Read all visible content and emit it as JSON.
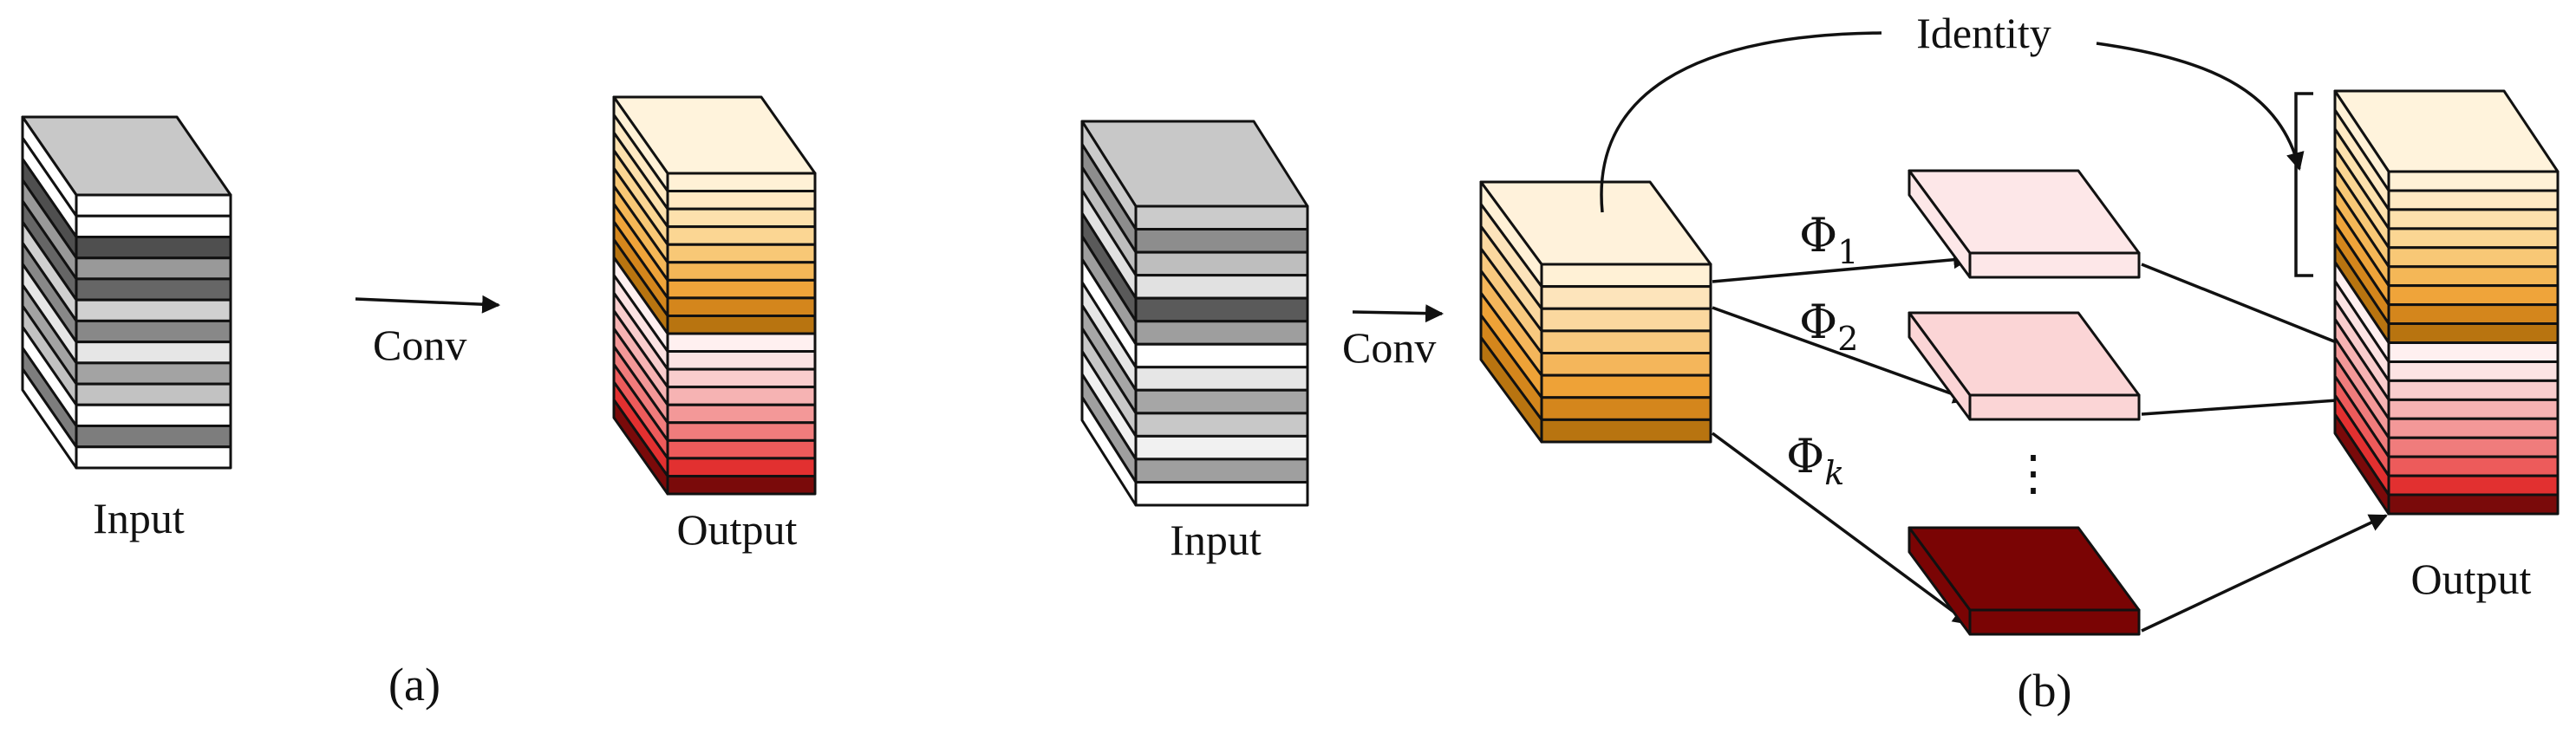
{
  "panel_a": {
    "input_label": "Input",
    "conv_label": "Conv",
    "output_label": "Output",
    "caption": "(a)",
    "input_layers": [
      "#ffffff",
      "#ffffff",
      "#4f4f4f",
      "#999999",
      "#666666",
      "#d0d0d0",
      "#888888",
      "#e6e6e6",
      "#a3a3a3",
      "#c2c2c2",
      "#ffffff",
      "#7d7d7d",
      "#ffffff"
    ],
    "input_top": "#c8c8c8",
    "output_layers": [
      "#fff1d6",
      "#ffe9c3",
      "#fde1ad",
      "#fbd693",
      "#f8c876",
      "#f4b757",
      "#efa43a",
      "#d4861c",
      "#b87410",
      "#fff0f0",
      "#fce3e3",
      "#f9cdcd",
      "#f6b3b3",
      "#f39898",
      "#f07c7c",
      "#ed5b5b",
      "#e23030",
      "#7a0a0a"
    ],
    "output_top": "#fff3dc"
  },
  "panel_b": {
    "input_label": "Input",
    "conv_label": "Conv",
    "identity_label": "Identity",
    "output_label": "Output",
    "caption": "(b)",
    "ellipsis": "⋮",
    "phi_symbol": "Φ",
    "phi_subscripts": [
      "1",
      "2",
      "k"
    ],
    "input_layers": [
      "#cbcbcb",
      "#8d8d8d",
      "#bebebe",
      "#e1e1e1",
      "#5a5a5a",
      "#9e9e9e",
      "#ffffff",
      "#e6e6e6",
      "#a6a6a6",
      "#c8c8c8",
      "#f1f1f1",
      "#9f9f9f",
      "#ffffff"
    ],
    "input_top": "#c8c8c8",
    "intrinsic_layers": [
      "#fff1d6",
      "#fde4bb",
      "#fbd89f",
      "#f8c97f",
      "#f4b65b",
      "#eea237",
      "#d4861c",
      "#b87410"
    ],
    "intrinsic_top": "#fff2db",
    "ghost_maps": [
      {
        "name": "phi-1-map",
        "color": "#fde7e8"
      },
      {
        "name": "phi-2-map",
        "color": "#fbd5d6"
      },
      {
        "name": "phi-k-map",
        "color": "#7a0404"
      }
    ],
    "output_layers": [
      "#fff1d6",
      "#ffe9c3",
      "#fde1ad",
      "#fbd693",
      "#f8c876",
      "#f4b757",
      "#efa43a",
      "#d4861c",
      "#b87410",
      "#fff0f0",
      "#fce3e3",
      "#f9cdcd",
      "#f6b3b3",
      "#f39898",
      "#f07c7c",
      "#ed5b5b",
      "#e23030",
      "#7a0a0a"
    ],
    "output_top": "#fff3dc"
  }
}
